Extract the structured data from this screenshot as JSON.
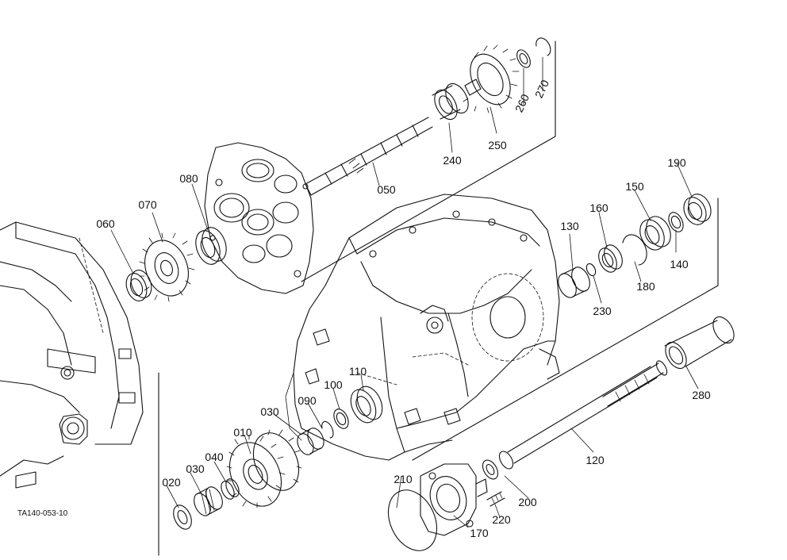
{
  "parts": [
    {
      "id": "p010",
      "text": "010"
    },
    {
      "id": "p020",
      "text": "020"
    },
    {
      "id": "p030a",
      "text": "030"
    },
    {
      "id": "p030b",
      "text": "030"
    },
    {
      "id": "p040",
      "text": "040"
    },
    {
      "id": "p050",
      "text": "050"
    },
    {
      "id": "p060",
      "text": "060"
    },
    {
      "id": "p070",
      "text": "070"
    },
    {
      "id": "p080",
      "text": "080"
    },
    {
      "id": "p090",
      "text": "090"
    },
    {
      "id": "p100",
      "text": "100"
    },
    {
      "id": "p110",
      "text": "110"
    },
    {
      "id": "p120",
      "text": "120"
    },
    {
      "id": "p130",
      "text": "130"
    },
    {
      "id": "p140",
      "text": "140"
    },
    {
      "id": "p150",
      "text": "150"
    },
    {
      "id": "p160",
      "text": "160"
    },
    {
      "id": "p170",
      "text": "170"
    },
    {
      "id": "p180",
      "text": "180"
    },
    {
      "id": "p190",
      "text": "190"
    },
    {
      "id": "p200",
      "text": "200"
    },
    {
      "id": "p210",
      "text": "210"
    },
    {
      "id": "p220",
      "text": "220"
    },
    {
      "id": "p230",
      "text": "230"
    },
    {
      "id": "p240",
      "text": "240"
    },
    {
      "id": "p250",
      "text": "250"
    },
    {
      "id": "p260",
      "text": "260"
    },
    {
      "id": "p270",
      "text": "270"
    },
    {
      "id": "p280",
      "text": "280"
    }
  ],
  "drawing_code": "TA140-053-10"
}
